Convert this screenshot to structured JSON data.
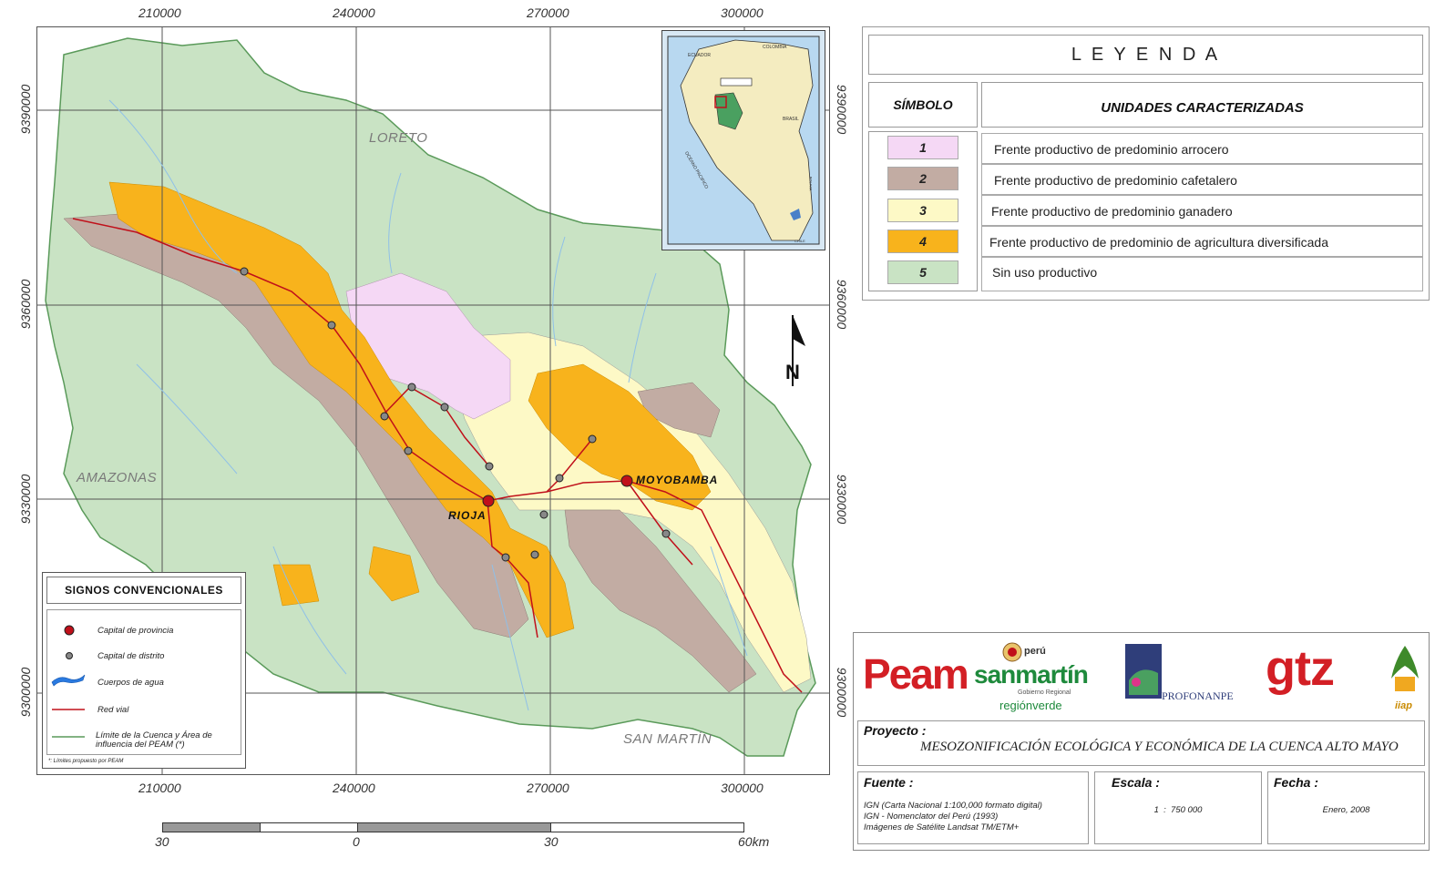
{
  "map": {
    "grid_x_labels": [
      "210000",
      "240000",
      "270000",
      "300000"
    ],
    "grid_y_labels": [
      "9390000",
      "9360000",
      "9330000",
      "9300000"
    ],
    "regions": {
      "loreto": "LORETO",
      "amazonas": "AMAZONAS",
      "san_martin": "SAN MARTÍN"
    },
    "cities": {
      "moyobamba": "MOYOBAMBA",
      "rioja": "RIOJA"
    },
    "north_label": "N",
    "scale_bar": {
      "labels": [
        "30",
        "0",
        "30",
        "60km"
      ]
    },
    "inset_labels": {
      "ecuador": "ECUADOR",
      "colombia": "COLOMBIA",
      "brasil": "BRASIL",
      "oceano": "OCEANO PACIFICO",
      "bolivia": "BOLIVIA",
      "chile": "CHILE"
    }
  },
  "signos": {
    "title": "SIGNOS CONVENCIONALES",
    "items": [
      {
        "label": "Capital de provincia"
      },
      {
        "label": "Capital de distrito"
      },
      {
        "label": "Cuerpos de agua"
      },
      {
        "label": "Red vial"
      },
      {
        "label": "Límite de la Cuenca y Área de influencia del PEAM  (*)"
      }
    ],
    "footnote": "*: Límites propuesto por PEAM"
  },
  "legend": {
    "title": "L E Y E N D A",
    "symbol_header": "SÍMBOLO",
    "units_header": "UNIDADES CARACTERIZADAS",
    "rows": [
      {
        "num": "1",
        "label": "Frente productivo de predominio arrocero",
        "color": "#f5d8f5"
      },
      {
        "num": "2",
        "label": "Frente productivo de predominio cafetalero",
        "color": "#c2aca3"
      },
      {
        "num": "3",
        "label": "Frente productivo de predominio ganadero",
        "color": "#fdf9c6"
      },
      {
        "num": "4",
        "label": "Frente productivo de predominio de agricultura diversificada",
        "color": "#f8b31c"
      },
      {
        "num": "5",
        "label": "Sin uso productivo",
        "color": "#c9e3c4"
      }
    ]
  },
  "logos": {
    "peam": "Peam",
    "sanmartin_peru": "perú",
    "sanmartin": "sanmartín",
    "sanmartin_sub": "Gobierno Regional",
    "regionverde": "regiónverde",
    "profonanpe": "PROFONANPE",
    "gtz": "gtz",
    "iiap": "iiap"
  },
  "proyecto": {
    "label": "Proyecto :",
    "value": "MESOZONIFICACIÓN ECOLÓGICA Y ECONÓMICA DE LA CUENCA ALTO MAYO"
  },
  "fuente": {
    "label": "Fuente :",
    "lines": [
      "IGN (Carta Nacional 1:100,000 formato digital)",
      "IGN - Nomenclator del Perú (1993)",
      "Imágenes de Satélite Landsat TM/ETM+"
    ]
  },
  "escala": {
    "label": "Escala :",
    "value": "1  :  750 000"
  },
  "fecha": {
    "label": "Fecha :",
    "value": "Enero, 2008"
  },
  "colors": {
    "water": "#8fc0e8",
    "road": "#c0101a",
    "basin_outline": "#5a9a5a",
    "peam_red": "#d31f25",
    "gtz_red": "#d31f25",
    "sanmartin_green": "#1e8a3c"
  }
}
